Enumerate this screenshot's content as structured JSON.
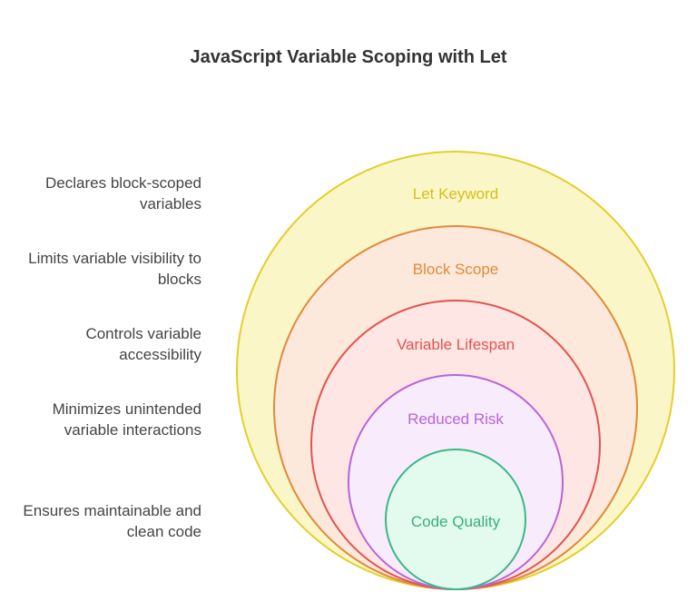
{
  "title": "JavaScript Variable Scoping with Let",
  "layers": [
    {
      "label": "Let Keyword",
      "description": "Declares block-scoped variables",
      "stroke": "#e2cf2e",
      "fill": "#fbf6c8",
      "text": "#d2c21a"
    },
    {
      "label": "Block Scope",
      "description": "Limits variable visibility to blocks",
      "stroke": "#df8a3a",
      "fill": "#fde9dc",
      "text": "#e08a3a"
    },
    {
      "label": "Variable Lifespan",
      "description": "Controls variable accessibility",
      "stroke": "#e0554f",
      "fill": "#fde6e3",
      "text": "#e0554f"
    },
    {
      "label": "Reduced Risk",
      "description": "Minimizes unintended variable interactions",
      "stroke": "#b865d8",
      "fill": "#f7ebfc",
      "text": "#b865d8"
    },
    {
      "label": "Code Quality",
      "description": "Ensures maintainable and clean code",
      "stroke": "#3fb685",
      "fill": "#e2fbee",
      "text": "#3aae7e"
    }
  ]
}
